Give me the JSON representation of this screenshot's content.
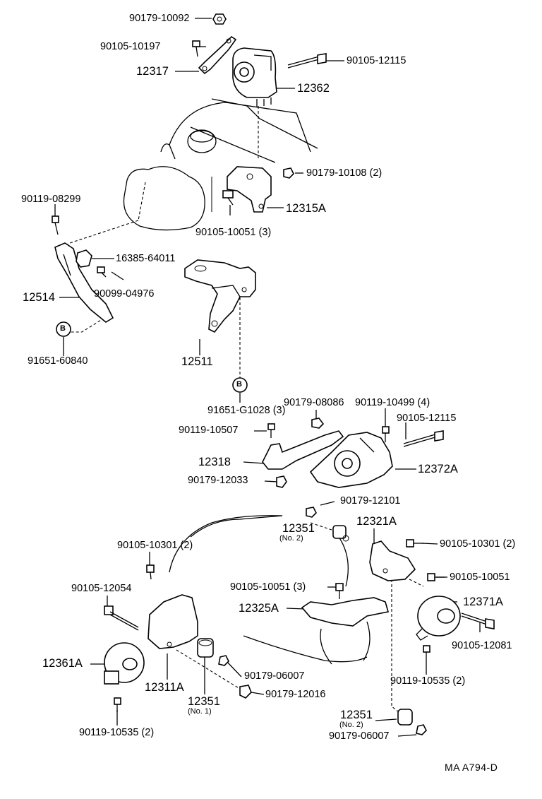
{
  "labels": {
    "p90179_10092": "90179-10092",
    "p90105_10197": "90105-10197",
    "p12317": "12317",
    "p90105_12115_top": "90105-12115",
    "p12362": "12362",
    "p90179_10108": "90179-10108 (2)",
    "p90119_08299": "90119-08299",
    "p12315A": "12315A",
    "p90105_10051_3": "90105-10051 (3)",
    "p16385_64011": "16385-64011",
    "p90099_04976": "90099-04976",
    "p12514": "12514",
    "p91651_60840": "91651-60840",
    "p12511": "12511",
    "p91651_G1028": "91651-G1028 (3)",
    "p90179_08086": "90179-08086",
    "p90119_10499": "90119-10499 (4)",
    "p90105_12115_mid": "90105-12115",
    "p90119_10507": "90119-10507",
    "p12318": "12318",
    "p12372A": "12372A",
    "p90179_12033": "90179-12033",
    "p90179_12101": "90179-12101",
    "p12351_top": "12351",
    "no2_top": "(No. 2)",
    "p12321A": "12321A",
    "p90105_10301_left": "90105-10301 (2)",
    "p90105_10301_right": "90105-10301 (2)",
    "p90105_10051_right": "90105-10051",
    "p90105_12054": "90105-12054",
    "p90105_10051_3b": "90105-10051 (3)",
    "p12371A": "12371A",
    "p12325A": "12325A",
    "p90105_12081": "90105-12081",
    "p12361A": "12361A",
    "p90179_06007_mid": "90179-06007",
    "p12311A": "12311A",
    "p90179_12016": "90179-12016",
    "p12351_no1": "12351",
    "no1": "(No. 1)",
    "p90119_10535_right": "90119-10535 (2)",
    "p12351_bottom": "12351",
    "no2_bottom": "(No. 2)",
    "p90119_10535_left": "90119-10535 (2)",
    "p90179_06007_bottom": "90179-06007",
    "code": "MA  A794-D",
    "mark_b1": "B",
    "mark_b2": "B"
  }
}
